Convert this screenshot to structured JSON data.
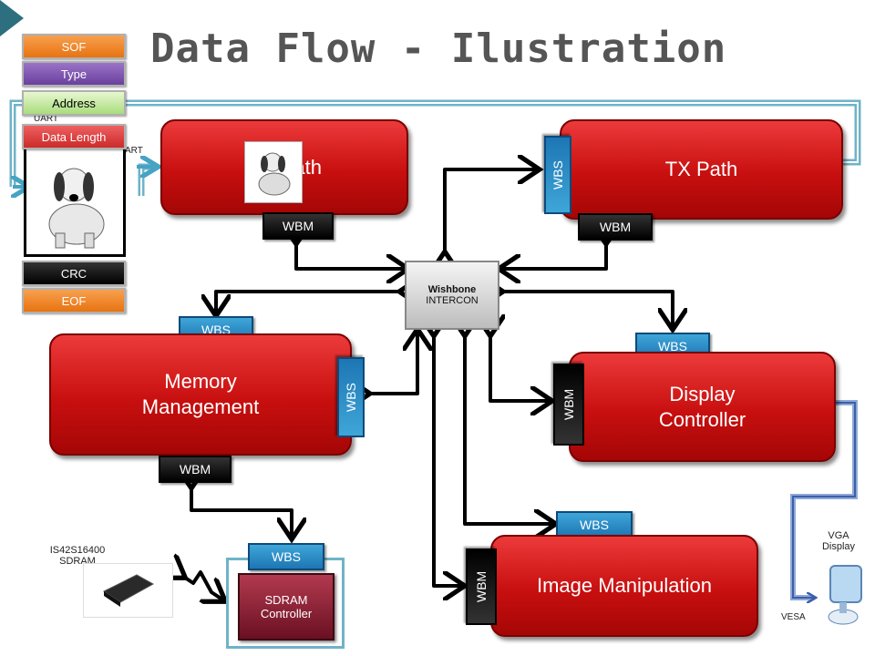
{
  "title": "Data Flow - Ilustration",
  "packet": [
    "SOF",
    "Type",
    "Address",
    "Data Length",
    "CRC",
    "EOF"
  ],
  "packet_colors": [
    "#f07f1e",
    "#7a4ea8",
    "#9bd17a",
    "#d83a3a",
    "#111111",
    "#f07f1e"
  ],
  "uart_label": "UART",
  "uart_label2": "ART",
  "rx_path": "RX Path",
  "tx_path": "TX Path",
  "wishbone_bold": "Wishbone",
  "wishbone_sub": "INTERCON",
  "memory_management": "Memory\nManagement",
  "display_controller": "Display\nController",
  "image_manipulation": "Image Manipulation",
  "sdram_controller": "SDRAM\nController",
  "sdram_chip": "IS42S16400\nSDRAM",
  "vga_display": "VGA\nDisplay",
  "vesa": "VESA",
  "wbm": "WBM",
  "wbs": "WBS"
}
